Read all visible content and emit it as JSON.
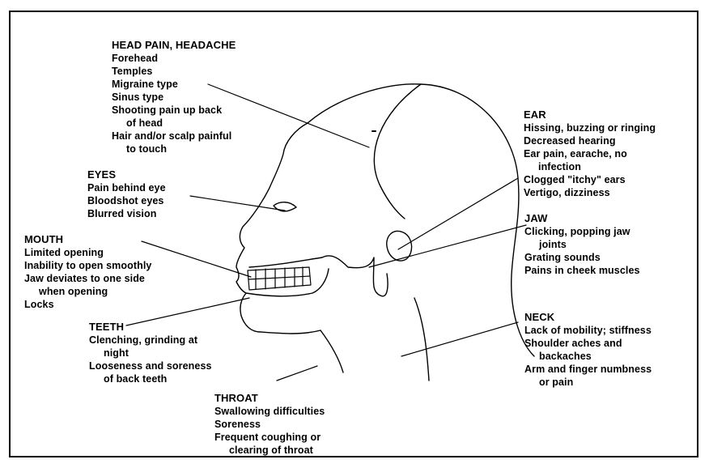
{
  "diagram": {
    "groups": [
      {
        "key": "head",
        "title": "HEAD PAIN, HEADACHE",
        "lines": [
          {
            "text": "Forehead",
            "indent": false
          },
          {
            "text": "Temples",
            "indent": false
          },
          {
            "text": "Migraine type",
            "indent": false
          },
          {
            "text": "Sinus type",
            "indent": false
          },
          {
            "text": "Shooting pain up back",
            "indent": false
          },
          {
            "text": "of head",
            "indent": true
          },
          {
            "text": "Hair and/or scalp painful",
            "indent": false
          },
          {
            "text": "to touch",
            "indent": true
          }
        ]
      },
      {
        "key": "eyes",
        "title": "EYES",
        "lines": [
          {
            "text": "Pain behind eye",
            "indent": false
          },
          {
            "text": "Bloodshot eyes",
            "indent": false
          },
          {
            "text": "Blurred vision",
            "indent": false
          }
        ]
      },
      {
        "key": "mouth",
        "title": "MOUTH",
        "lines": [
          {
            "text": "Limited opening",
            "indent": false
          },
          {
            "text": "Inability to open smoothly",
            "indent": false
          },
          {
            "text": "Jaw deviates to one side",
            "indent": false
          },
          {
            "text": "when opening",
            "indent": true
          },
          {
            "text": "Locks",
            "indent": false
          }
        ]
      },
      {
        "key": "teeth",
        "title": "TEETH",
        "lines": [
          {
            "text": "Clenching, grinding at",
            "indent": false
          },
          {
            "text": "night",
            "indent": true
          },
          {
            "text": "Looseness and soreness",
            "indent": false
          },
          {
            "text": "of back teeth",
            "indent": true
          }
        ]
      },
      {
        "key": "throat",
        "title": "THROAT",
        "lines": [
          {
            "text": "Swallowing difficulties",
            "indent": false
          },
          {
            "text": "Soreness",
            "indent": false
          },
          {
            "text": "Frequent coughing or",
            "indent": false
          },
          {
            "text": "clearing of throat",
            "indent": true
          }
        ]
      },
      {
        "key": "ear",
        "title": "EAR",
        "lines": [
          {
            "text": "Hissing, buzzing or ringing",
            "indent": false
          },
          {
            "text": "Decreased hearing",
            "indent": false
          },
          {
            "text": "Ear pain, earache, no",
            "indent": false
          },
          {
            "text": "infection",
            "indent": true
          },
          {
            "text": "Clogged \"itchy\" ears",
            "indent": false
          },
          {
            "text": "Vertigo, dizziness",
            "indent": false
          }
        ]
      },
      {
        "key": "jaw",
        "title": "JAW",
        "lines": [
          {
            "text": "Clicking, popping jaw",
            "indent": false
          },
          {
            "text": "joints",
            "indent": true
          },
          {
            "text": "Grating sounds",
            "indent": false
          },
          {
            "text": "Pains in cheek muscles",
            "indent": false
          }
        ]
      },
      {
        "key": "neck",
        "title": "NECK",
        "lines": [
          {
            "text": "Lack of mobility; stiffness",
            "indent": false
          },
          {
            "text": "Shoulder aches and",
            "indent": false
          },
          {
            "text": "backaches",
            "indent": true
          },
          {
            "text": "Arm and finger numbness",
            "indent": false
          },
          {
            "text": "or pain",
            "indent": true
          }
        ]
      }
    ]
  }
}
